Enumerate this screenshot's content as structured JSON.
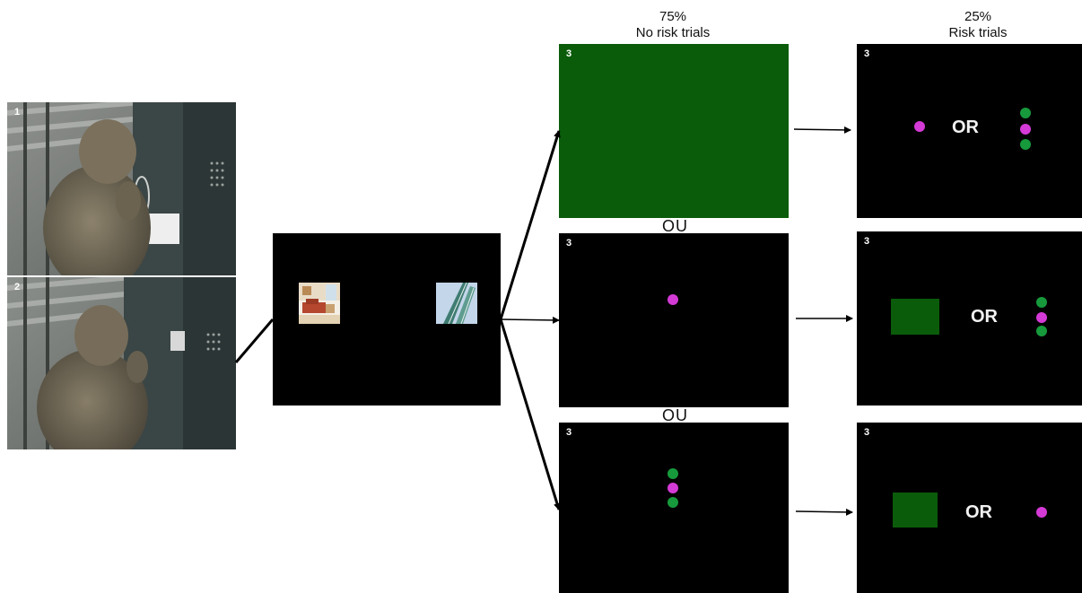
{
  "header": {
    "no_risk_percent": "75%",
    "no_risk_label": "No risk trials",
    "risk_percent": "25%",
    "risk_label": "Risk trials"
  },
  "separators": {
    "ou_1": "OU",
    "ou_2": "OU"
  },
  "photos": {
    "photo_1_number": "1",
    "photo_2_number": "2"
  },
  "panels": {
    "no_risk_1_number": "3",
    "no_risk_2_number": "3",
    "no_risk_3_number": "3",
    "risk_1_number": "3",
    "risk_1_or": "OR",
    "risk_2_number": "3",
    "risk_2_or": "OR",
    "risk_3_number": "3",
    "risk_3_or": "OR"
  },
  "colors": {
    "reward_green": "#0a5c0a",
    "magenta_dot": "#d43ad6",
    "green_dot": "#179a3c",
    "panel_black": "#000000"
  }
}
